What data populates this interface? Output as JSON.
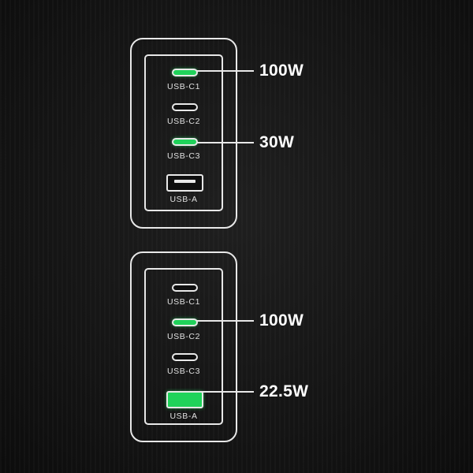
{
  "top_charger": {
    "ports": [
      {
        "label": "USB-C1",
        "type": "usb-c",
        "active": true
      },
      {
        "label": "USB-C2",
        "type": "usb-c",
        "active": false
      },
      {
        "label": "USB-C3",
        "type": "usb-c",
        "active": true
      },
      {
        "label": "USB-A",
        "type": "usb-a",
        "active": false
      }
    ],
    "outputs": [
      "100W",
      "30W"
    ]
  },
  "bottom_charger": {
    "ports": [
      {
        "label": "USB-C1",
        "type": "usb-c",
        "active": false
      },
      {
        "label": "USB-C2",
        "type": "usb-c",
        "active": true
      },
      {
        "label": "USB-C3",
        "type": "usb-c",
        "active": false
      },
      {
        "label": "USB-A",
        "type": "usb-a",
        "active": true
      }
    ],
    "outputs": [
      "100W",
      "22.5W"
    ]
  },
  "colors": {
    "active_port": "#1fd35a",
    "outline": "#e8e8e8",
    "background": "#141414"
  }
}
